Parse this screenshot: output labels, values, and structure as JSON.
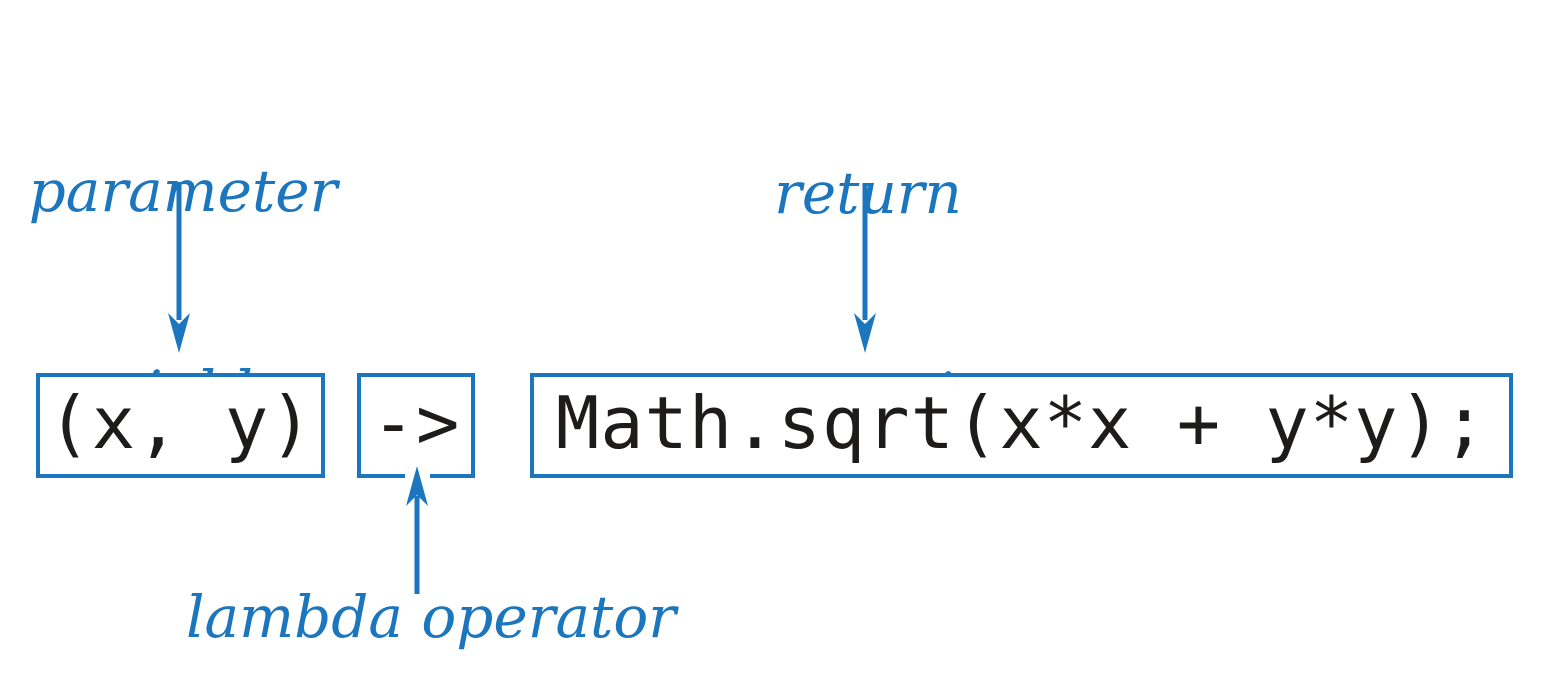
{
  "colors": {
    "accent_blue": "#1b76bd",
    "code_text": "#1e1b1b",
    "background": "#ffffff"
  },
  "labels": {
    "parameter_variables": {
      "line1": "parameter",
      "line2": "variables"
    },
    "return_expression": {
      "line1": "return",
      "line2": "expression"
    },
    "lambda_operator": "lambda operator"
  },
  "code": {
    "parameter_list": "(x, y)",
    "lambda_operator": "->",
    "return_expression": "Math.sqrt(x*x + y*y);"
  }
}
